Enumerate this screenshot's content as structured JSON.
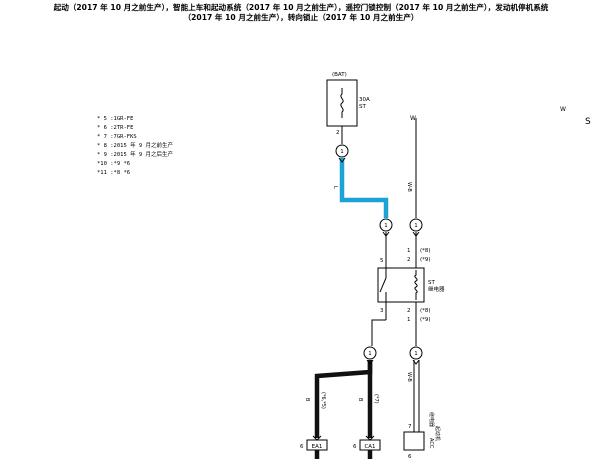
{
  "title": {
    "line1": "起动（2017 年 10 月之前生产），智能上车和起动系统（2017 年 10 月之前生产），遥控门锁控制（2017 年 10 月之前生产），发动机停机系统",
    "line2": "（2017 年 10 月之前生产），转向锁止（2017 年 10 月之前生产）"
  },
  "legend": [
    "* 5 :1GR-FE",
    "* 6 :2TR-FE",
    "* 7 :7GR-FKS",
    "* 8 :2015 年 9 月之前生产",
    "* 9 :2015 年 9 月之后生产",
    "*10 :*9 *6",
    "*11 :*8 *6"
  ],
  "fuse": {
    "source": "(BAT)",
    "rating": "30A",
    "name": "ST",
    "pin": "2"
  },
  "relay": {
    "name": "ST",
    "desc": "继电器",
    "pin_top_left": "5",
    "pin_bottom_left": "3"
  },
  "relay_right_pins": {
    "top1": "1",
    "top1_note": "(*8)",
    "top2": "2",
    "top2_note": "(*9)",
    "bot1": "2",
    "bot1_note": "(*8)",
    "bot2": "1",
    "bot2_note": "(*9)"
  },
  "connectors": {
    "c1": "1",
    "c2": "1",
    "c3": "1",
    "c4": "1",
    "c5": "1"
  },
  "wire_labels": {
    "w1": "L",
    "w2": "W-B",
    "w3": "W-B",
    "w4": "B",
    "w5": "B"
  },
  "right_marks": {
    "w": "W",
    "s": "S"
  },
  "bottom": {
    "left_box": "EA1",
    "left_pin": "6",
    "mid_box": "CA1",
    "mid_pin": "6",
    "left_note": "(*6,*5)",
    "mid_note": "(*7)",
    "right_pin": "7",
    "right_bottom_pin": "6",
    "right_label": "继电器",
    "right_label2": "起动机",
    "right_code": "ACC"
  },
  "colors": {
    "wire_blue": "#1ba3d5",
    "wire_black": "#111111"
  }
}
